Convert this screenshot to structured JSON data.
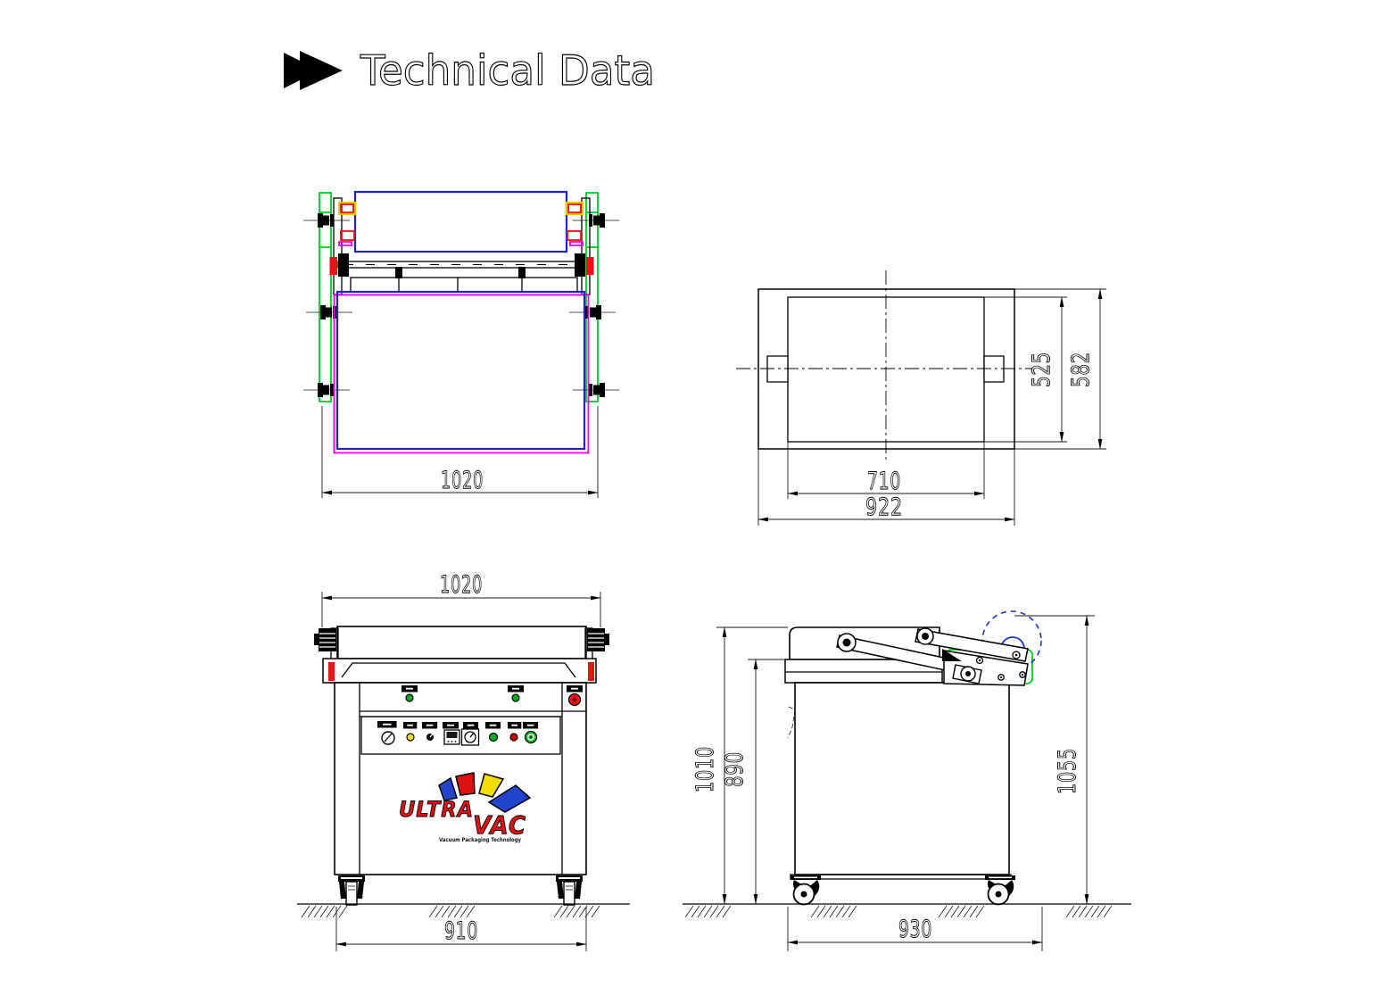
{
  "title": {
    "text": "Technical Data"
  },
  "logo": {
    "brand_top": "ULTRA",
    "brand_bottom": "VAC",
    "tagline": "Vacuum Packaging Technology"
  },
  "colors": {
    "line": "#000000",
    "cad_blue": "#2222cc",
    "cad_green": "#00cc22",
    "cad_red": "#ee1111",
    "cad_magenta": "#ee00ee",
    "cad_yellow": "#e6c400",
    "logo_red": "#dd1111",
    "logo_blue": "#2244cc",
    "logo_yellow": "#f2dd00",
    "light_green": "#00aa22",
    "light_yellow": "#ffdd00",
    "light_red": "#cc0000"
  },
  "views": {
    "film_top": {
      "width_mm": "1020"
    },
    "chamber_top": {
      "inner_width_mm": "710",
      "outer_width_mm": "922",
      "inner_depth_mm": "525",
      "outer_depth_mm": "582"
    },
    "front": {
      "overall_width_mm": "1020",
      "footprint_width_mm": "910"
    },
    "side": {
      "lid_height_mm": "1010",
      "working_height_mm": "890",
      "film_roll_height_mm": "1055",
      "footprint_depth_mm": "930"
    }
  }
}
